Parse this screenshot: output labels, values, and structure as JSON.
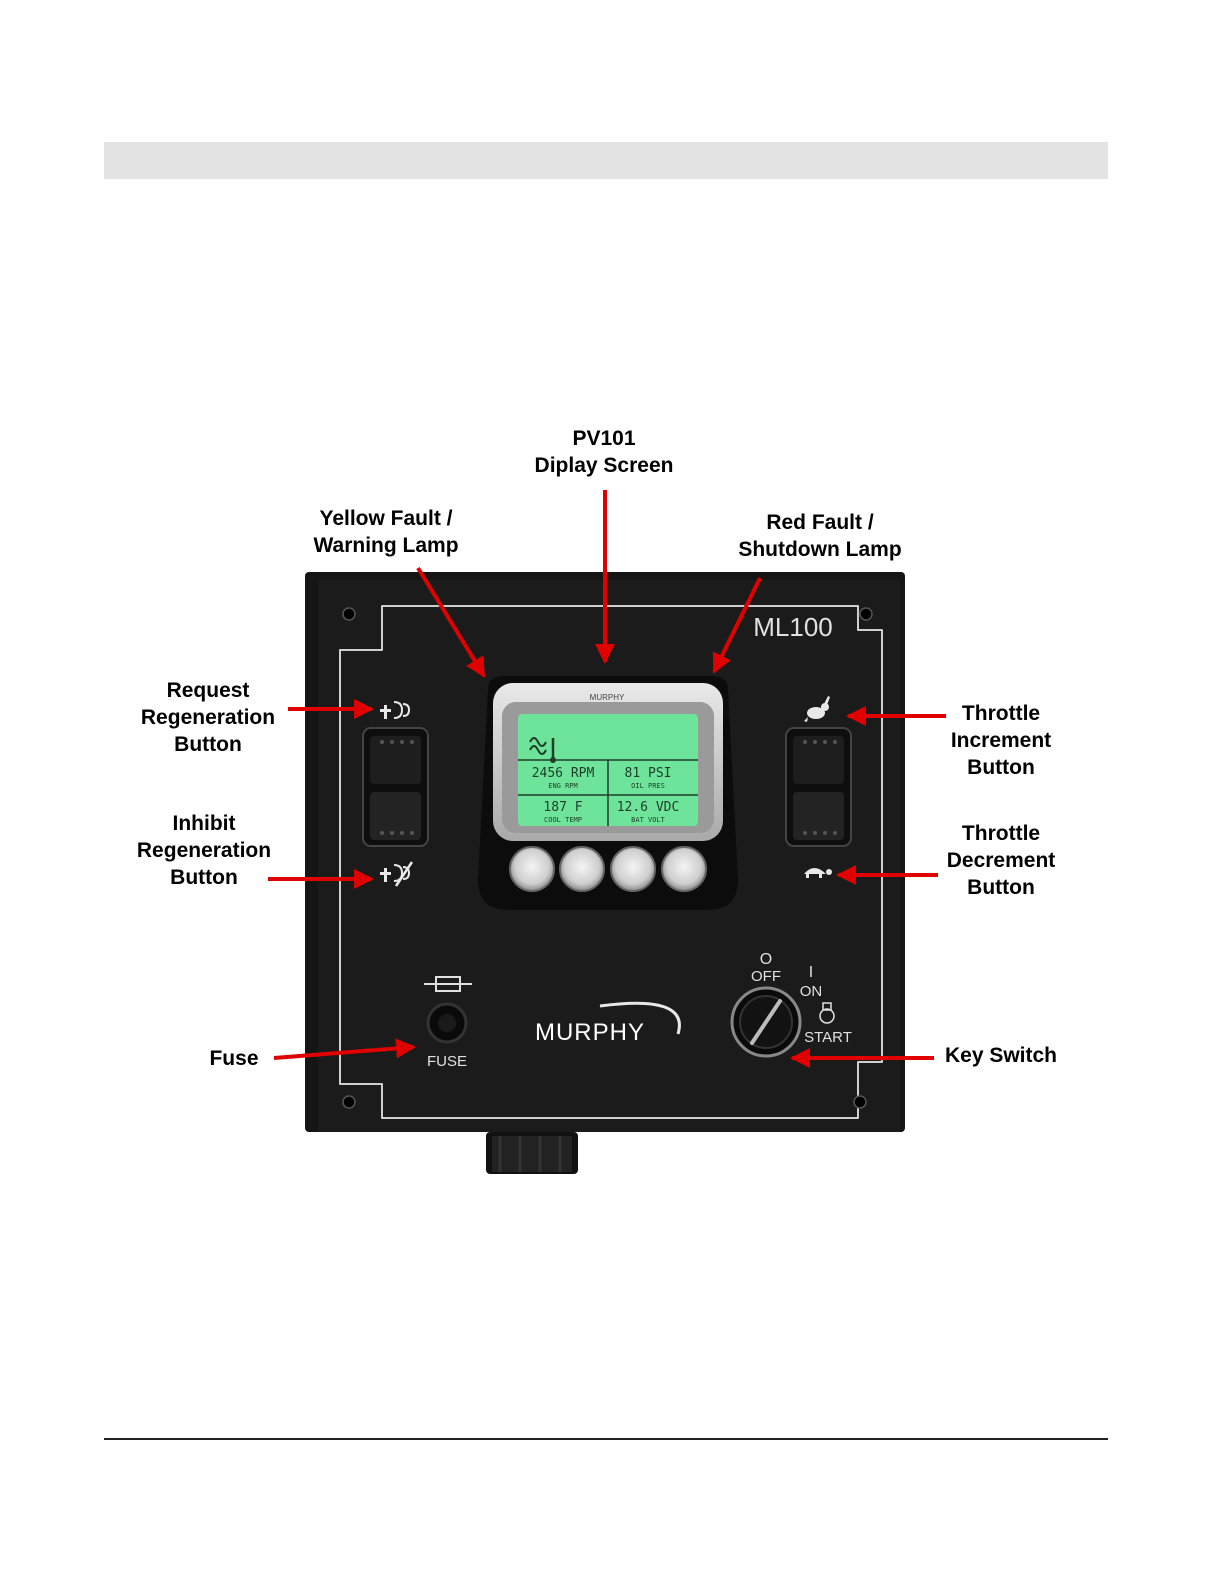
{
  "labels": {
    "pv101": [
      "PV101",
      "Diplay Screen"
    ],
    "yellow_fault": [
      "Yellow Fault /",
      "Warning Lamp"
    ],
    "red_fault": [
      "Red Fault /",
      "Shutdown Lamp"
    ],
    "request_regen": [
      "Request",
      "Regeneration",
      "Button"
    ],
    "inhibit_regen": [
      "Inhibit",
      "Regeneration",
      "Button"
    ],
    "throttle_inc": [
      "Throttle",
      "Increment",
      "Button"
    ],
    "throttle_dec": [
      "Throttle",
      "Decrement",
      "Button"
    ],
    "fuse": "Fuse",
    "key_switch": "Key Switch"
  },
  "panel": {
    "model": "ML100",
    "brand": "MURPHY",
    "display_brand": "MURPHY",
    "fuse_text": "FUSE",
    "key_off": "OFF",
    "key_on": "ON",
    "key_start": "START",
    "key_off_symbol": "O",
    "key_on_symbol": "I"
  },
  "display": {
    "cells": [
      {
        "value": "2456 RPM",
        "caption": "ENG RPM"
      },
      {
        "value": "81 PSI",
        "caption": "OIL PRES"
      },
      {
        "value": "187 F",
        "caption": "COOL TEMP"
      },
      {
        "value": "12.6 VDC",
        "caption": "BAT VOLT"
      }
    ]
  },
  "colors": {
    "arrow": "#e00000",
    "panel": "#151515",
    "screen": "#6ee39a",
    "header_bar": "#e3e3e3"
  },
  "icons": {
    "request_regen": "regeneration-icon",
    "inhibit_regen": "inhibit-regeneration-icon",
    "throttle_inc": "rabbit-icon",
    "throttle_dec": "turtle-icon",
    "fuse": "fuse-symbol-icon"
  }
}
